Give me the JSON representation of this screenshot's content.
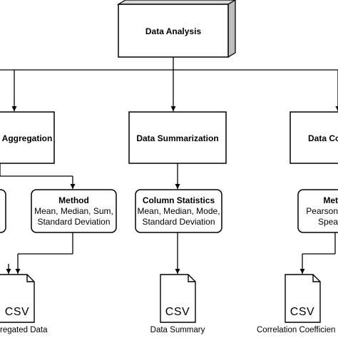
{
  "top": {
    "title": "Data Analysis"
  },
  "categories": [
    {
      "title": "Aggregation"
    },
    {
      "title": "Data Summarization"
    },
    {
      "title": "Data Co"
    }
  ],
  "methods": [
    {
      "title": "Method",
      "lines": [
        "Mean, Median, Sum,",
        "Standard Deviation"
      ]
    },
    {
      "title": "Column Statistics",
      "lines": [
        "Mean, Median, Mode,",
        "Standard Deviation"
      ]
    },
    {
      "title": "Met",
      "lines": [
        "Pearson",
        "Spea"
      ]
    }
  ],
  "documents": [
    {
      "type": "CSV",
      "caption": "regated Data"
    },
    {
      "type": "CSV",
      "caption": "Data Summary"
    },
    {
      "type": "CSV",
      "caption": "Correlation Coefficien"
    }
  ]
}
